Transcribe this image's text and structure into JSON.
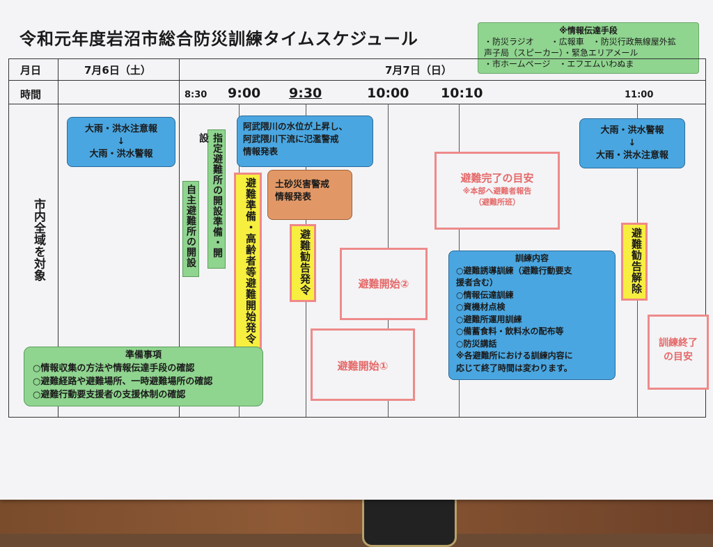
{
  "title": "令和元年度岩沼市総合防災訓練タイムスケジュール",
  "info": {
    "heading": "※情報伝達手段",
    "lines": [
      "・防災ラジオ　　・広報車　・防災行政無線屋外拡",
      "声子局（スピーカー）・緊急エリアメール",
      "・市ホームページ　・エフエムいわぬま"
    ]
  },
  "header": {
    "date_label": "月日",
    "time_label": "時間",
    "day1": "7月6日（土）",
    "day2": "7月7日（日）",
    "times": [
      "8:30",
      "9:00",
      "9:30",
      "10:00",
      "10:10",
      "11:00"
    ]
  },
  "row_label": "市内全域を対象",
  "events": {
    "rain_warning": [
      "大雨・洪水注意報",
      "↓",
      "大雨・洪水警報"
    ],
    "shelter_open": "自主避難所の開設",
    "designated_prep": "指定避難所の開設準備・開設",
    "evac_prep_order": "避難準備・高齢者等避難開始発令",
    "river_info": [
      "阿武隈川の水位が上昇し、",
      "阿武隈川下流に氾濫警戒",
      "情報発表"
    ],
    "landslide": [
      "土砂災害警戒",
      "情報発表"
    ],
    "evac_advice": "避難勧告発令",
    "evac_complete": {
      "title": "避難完了の目安",
      "sub1": "※本部へ避難者報告",
      "sub2": "（避難所班）"
    },
    "evac_start2": "避難開始②",
    "evac_start1": "避難開始①",
    "training": {
      "title": "訓練内容",
      "items": [
        "○避難誘導訓練（避難行動要支",
        "援者含む）",
        "○情報伝達訓練",
        "○資機材点検",
        "○避難所運用訓練",
        "○備蓄食料・飲料水の配布等",
        "○防災講話",
        "※各避難所における訓練内容に",
        "応じて終了時間は変わります。"
      ]
    },
    "rain_release": [
      "大雨・洪水警報",
      "↓",
      "大雨・洪水注意報"
    ],
    "advice_cancel": "避難勧告解除",
    "training_end": "訓練終了の目安",
    "prep": {
      "title": "準備事項",
      "items": [
        "○情報収集の方法や情報伝達手段の確認",
        "○避難経路や避難場所、一時避難場所の確認",
        "○避難行動要支援者の支援体制の確認"
      ]
    }
  },
  "colors": {
    "blue": "#4aa6e0",
    "green": "#8fd48f",
    "yellow": "#f7ef40",
    "orange": "#e29866",
    "pink": "#ee8a8a"
  }
}
